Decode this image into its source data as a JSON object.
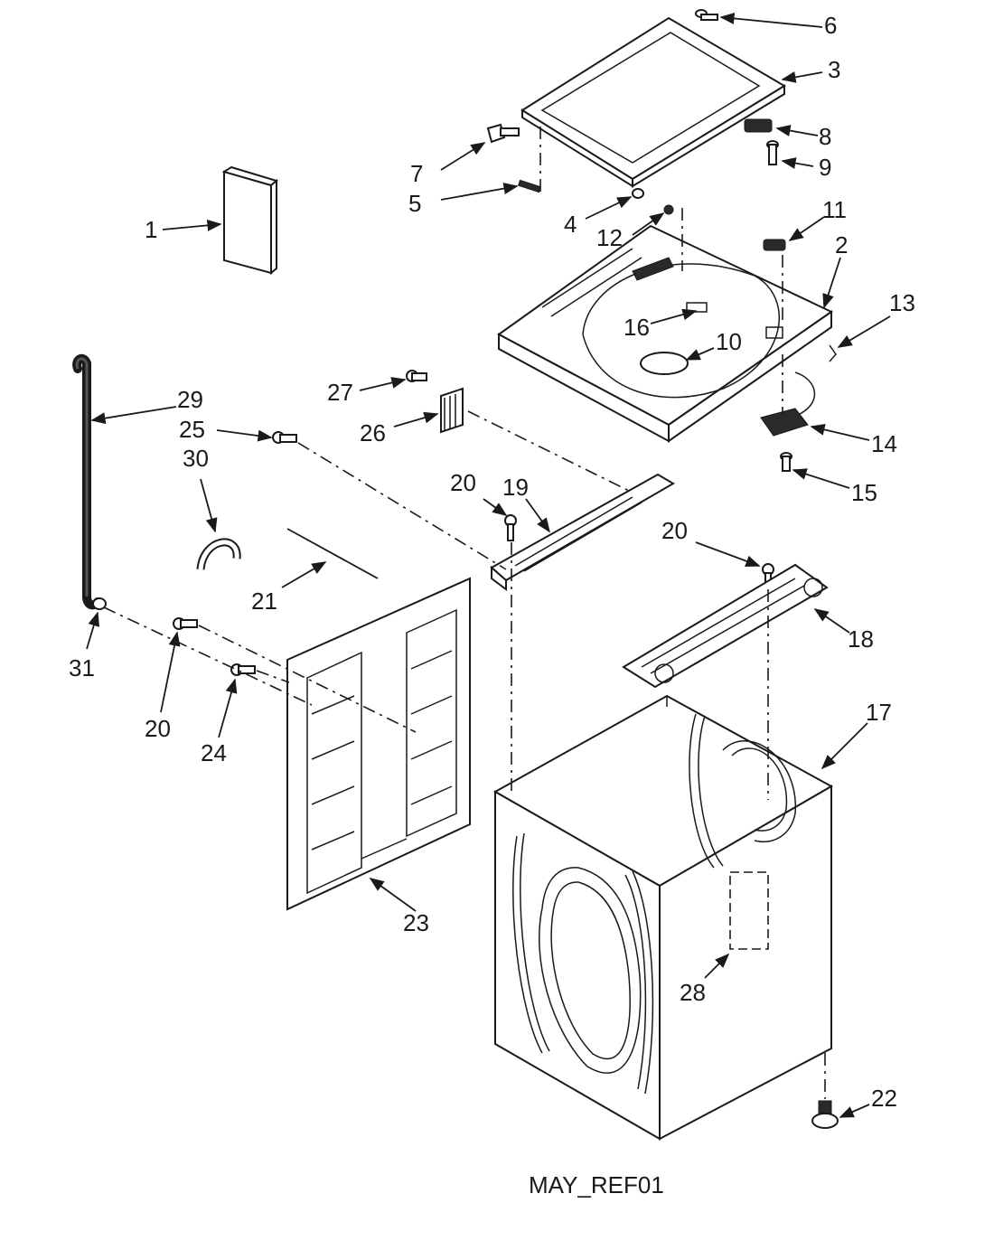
{
  "diagram": {
    "reference_code": "MAY_REF01",
    "callouts": [
      {
        "id": "c1",
        "label": "1"
      },
      {
        "id": "c2",
        "label": "2"
      },
      {
        "id": "c3",
        "label": "3"
      },
      {
        "id": "c4",
        "label": "4"
      },
      {
        "id": "c5",
        "label": "5"
      },
      {
        "id": "c6",
        "label": "6"
      },
      {
        "id": "c7",
        "label": "7"
      },
      {
        "id": "c8",
        "label": "8"
      },
      {
        "id": "c9",
        "label": "9"
      },
      {
        "id": "c10",
        "label": "10"
      },
      {
        "id": "c11",
        "label": "11"
      },
      {
        "id": "c12",
        "label": "12"
      },
      {
        "id": "c13",
        "label": "13"
      },
      {
        "id": "c14",
        "label": "14"
      },
      {
        "id": "c15",
        "label": "15"
      },
      {
        "id": "c16",
        "label": "16"
      },
      {
        "id": "c17",
        "label": "17"
      },
      {
        "id": "c18",
        "label": "18"
      },
      {
        "id": "c19",
        "label": "19"
      },
      {
        "id": "c20a",
        "label": "20"
      },
      {
        "id": "c20b",
        "label": "20"
      },
      {
        "id": "c20c",
        "label": "20"
      },
      {
        "id": "c21",
        "label": "21"
      },
      {
        "id": "c22",
        "label": "22"
      },
      {
        "id": "c23",
        "label": "23"
      },
      {
        "id": "c24",
        "label": "24"
      },
      {
        "id": "c25",
        "label": "25"
      },
      {
        "id": "c26",
        "label": "26"
      },
      {
        "id": "c27",
        "label": "27"
      },
      {
        "id": "c28",
        "label": "28"
      },
      {
        "id": "c29",
        "label": "29"
      },
      {
        "id": "c30",
        "label": "30"
      },
      {
        "id": "c31",
        "label": "31"
      }
    ]
  }
}
